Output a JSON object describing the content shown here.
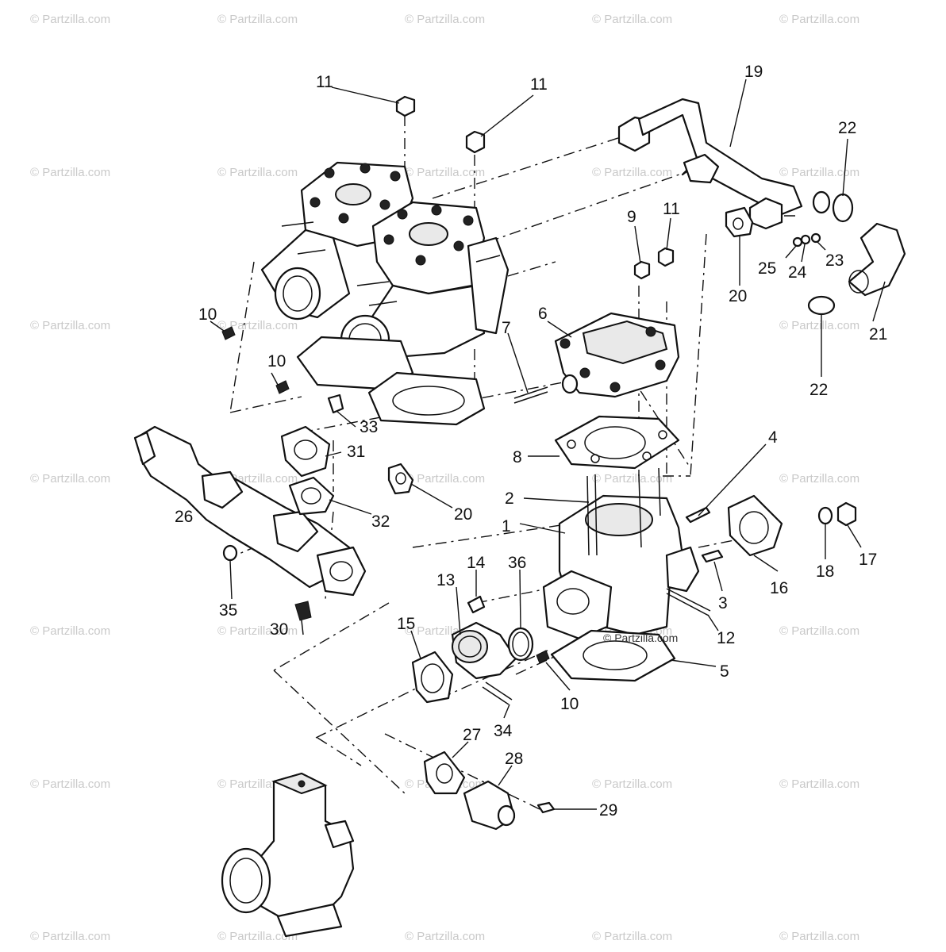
{
  "watermark": "© Partzilla.com",
  "center_caption": "© Partzilla.com",
  "callouts": [
    "11",
    "11",
    "19",
    "22",
    "9",
    "11",
    "25",
    "24",
    "23",
    "20",
    "21",
    "22",
    "10",
    "6",
    "7",
    "10",
    "33",
    "31",
    "4",
    "8",
    "26",
    "32",
    "20",
    "2",
    "1",
    "18",
    "17",
    "16",
    "3",
    "14",
    "36",
    "13",
    "35",
    "30",
    "15",
    "12",
    "5",
    "10",
    "34",
    "27",
    "28",
    "29"
  ],
  "parts": {
    "cylinder_heads": "cylinder-head-assembly",
    "exhaust_manifold": "exhaust-manifold",
    "carburetor": "carburetor"
  }
}
